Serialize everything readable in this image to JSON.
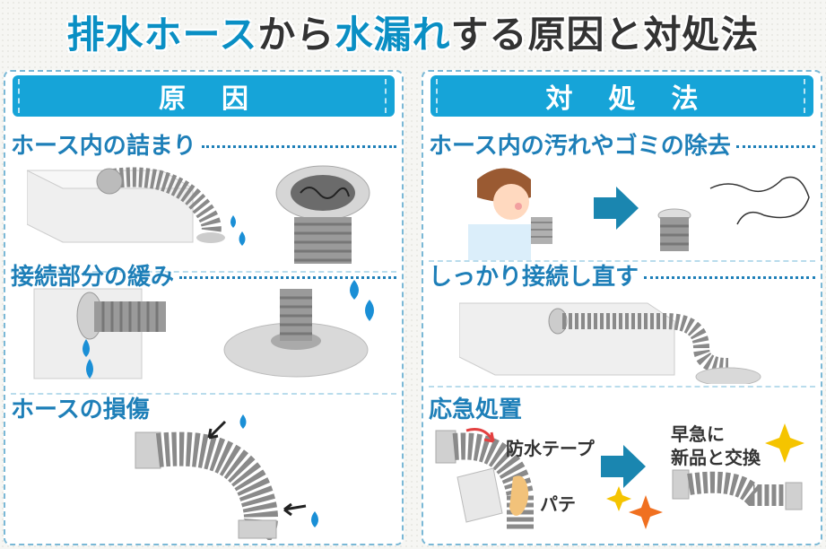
{
  "title": {
    "part1": "排水ホース",
    "part2": "から",
    "part3": "水漏れ",
    "part4": "する原因と対処法"
  },
  "left_panel": {
    "header": "原因",
    "sections": [
      {
        "title": "ホース内の詰まり"
      },
      {
        "title": "接続部分の緩み"
      },
      {
        "title": "ホースの損傷"
      }
    ]
  },
  "right_panel": {
    "header": "対処法",
    "sections": [
      {
        "title": "ホース内の汚れやゴミの除去"
      },
      {
        "title": "しっかり接続し直す"
      },
      {
        "title": "応急処置"
      }
    ],
    "labels": {
      "tape": "防水テープ",
      "putty": "パテ",
      "replace_line1": "早急に",
      "replace_line2": "新品と交換"
    }
  },
  "colors": {
    "accent": "#16a4d8",
    "section_title": "#1e7fb8",
    "water": "#1a8fd6",
    "hose": "#8a8a8a",
    "sparkle": "#f5c400",
    "orange_spark": "#f07020"
  }
}
